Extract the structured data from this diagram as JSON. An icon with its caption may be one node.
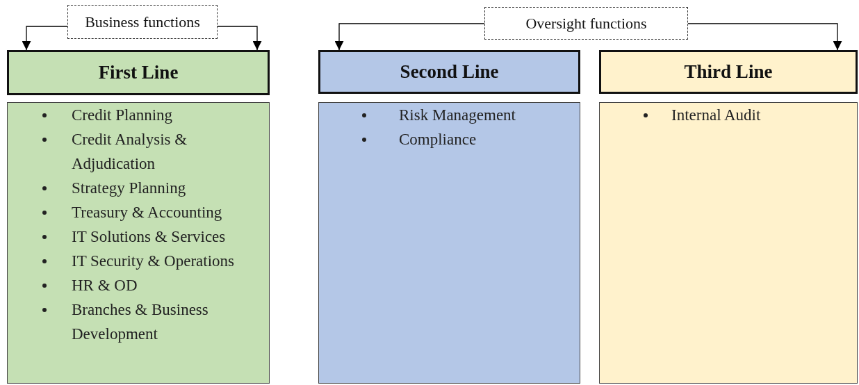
{
  "diagram": {
    "nodes": [
      {
        "text": [
          "Business functions"
        ]
      },
      {
        "text": [
          "Oversight functions"
        ]
      },
      {
        "text": [
          "First Line"
        ]
      },
      {
        "text": [
          "Credit Planning",
          "Credit Analysis & Adjudication",
          "Strategy Planning",
          "Treasury & Accounting",
          "IT Solutions & Services",
          "IT Security & Operations",
          "HR & OD",
          "Branches & Business Development"
        ]
      },
      {
        "text": [
          "Second Line"
        ]
      },
      {
        "text": [
          "Risk Management",
          "Compliance"
        ]
      },
      {
        "text": [
          "Third Line"
        ]
      },
      {
        "text": [
          "Internal Audit"
        ]
      }
    ],
    "edges": [
      {
        "from": 0,
        "to": 2,
        "arrow": "to"
      },
      {
        "from": 0,
        "to": 2,
        "arrow": "to"
      },
      {
        "from": 1,
        "to": 4,
        "arrow": "to"
      },
      {
        "from": 1,
        "to": 6,
        "arrow": "to"
      }
    ]
  }
}
